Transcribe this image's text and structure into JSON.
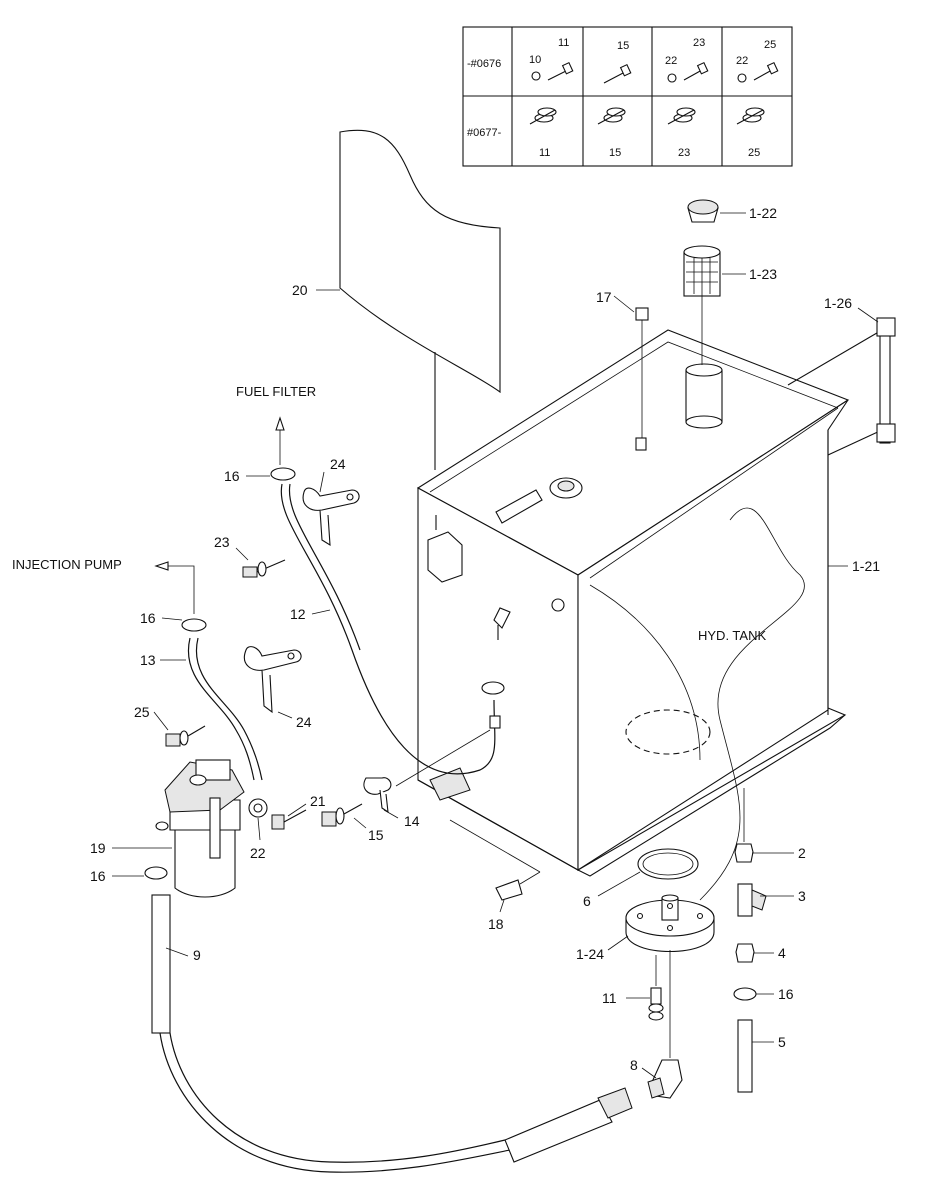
{
  "callouts": {
    "p20": "20",
    "p1_22": "1-22",
    "p1_23": "1-23",
    "p17": "17",
    "p1_26": "1-26",
    "p1_21": "1-21",
    "p16_top": "16",
    "p24_top": "24",
    "p23": "23",
    "p12": "12",
    "p16_mid": "16",
    "p13": "13",
    "p25": "25",
    "p24_mid": "24",
    "p21": "21",
    "p19": "19",
    "p22": "22",
    "p15": "15",
    "p14": "14",
    "p16_low": "16",
    "p9": "9",
    "p18": "18",
    "p6": "6",
    "p2": "2",
    "p3": "3",
    "p4": "4",
    "p16_right": "16",
    "p5": "5",
    "p1_24": "1-24",
    "p11": "11",
    "p8": "8"
  },
  "annotations": {
    "fuel_filter": "FUEL FILTER",
    "injection_pump": "INJECTION PUMP",
    "hyd_tank": "HYD. TANK"
  },
  "serial_table": {
    "rows": [
      {
        "serial": "-#0676",
        "cells": [
          {
            "labels": [
              "10",
              "11"
            ]
          },
          {
            "labels": [
              "15"
            ]
          },
          {
            "labels": [
              "22",
              "23"
            ]
          },
          {
            "labels": [
              "22",
              "25"
            ]
          }
        ]
      },
      {
        "serial": "#0677-",
        "cells": [
          {
            "labels": [
              "11"
            ]
          },
          {
            "labels": [
              "15"
            ]
          },
          {
            "labels": [
              "23"
            ]
          },
          {
            "labels": [
              "25"
            ]
          }
        ]
      }
    ]
  }
}
